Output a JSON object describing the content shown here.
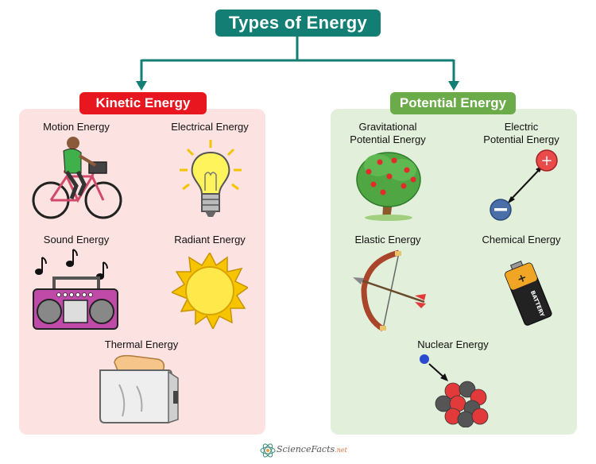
{
  "title": "Types of Energy",
  "kinetic": {
    "header": "Kinetic Energy",
    "color": "#e8161e",
    "panel_color": "#fde2e2",
    "items": [
      {
        "label": "Motion Energy",
        "icon": "bicycle-icon"
      },
      {
        "label": "Electrical Energy",
        "icon": "light-bulb-icon"
      },
      {
        "label": "Sound Energy",
        "icon": "boombox-icon"
      },
      {
        "label": "Radiant Energy",
        "icon": "sun-icon"
      },
      {
        "label": "Thermal Energy",
        "icon": "toaster-icon"
      }
    ]
  },
  "potential": {
    "header": "Potential Energy",
    "color": "#6cab4a",
    "panel_color": "#e2efdb",
    "items": [
      {
        "label_line1": "Gravitational",
        "label_line2": "Potential Energy",
        "icon": "apple-tree-icon"
      },
      {
        "label_line1": "Electric",
        "label_line2": "Potential Energy",
        "icon": "charges-icon"
      },
      {
        "label": "Elastic Energy",
        "icon": "bow-arrow-icon"
      },
      {
        "label": "Chemical Energy",
        "icon": "battery-icon"
      },
      {
        "label": "Nuclear Energy",
        "icon": "atom-nucleus-icon"
      }
    ],
    "battery_text": "BATTERY"
  },
  "footer": {
    "brand": "ScienceFacts",
    "suffix": ".net"
  },
  "colors": {
    "title_bg": "#137f74",
    "connector": "#137f74"
  }
}
